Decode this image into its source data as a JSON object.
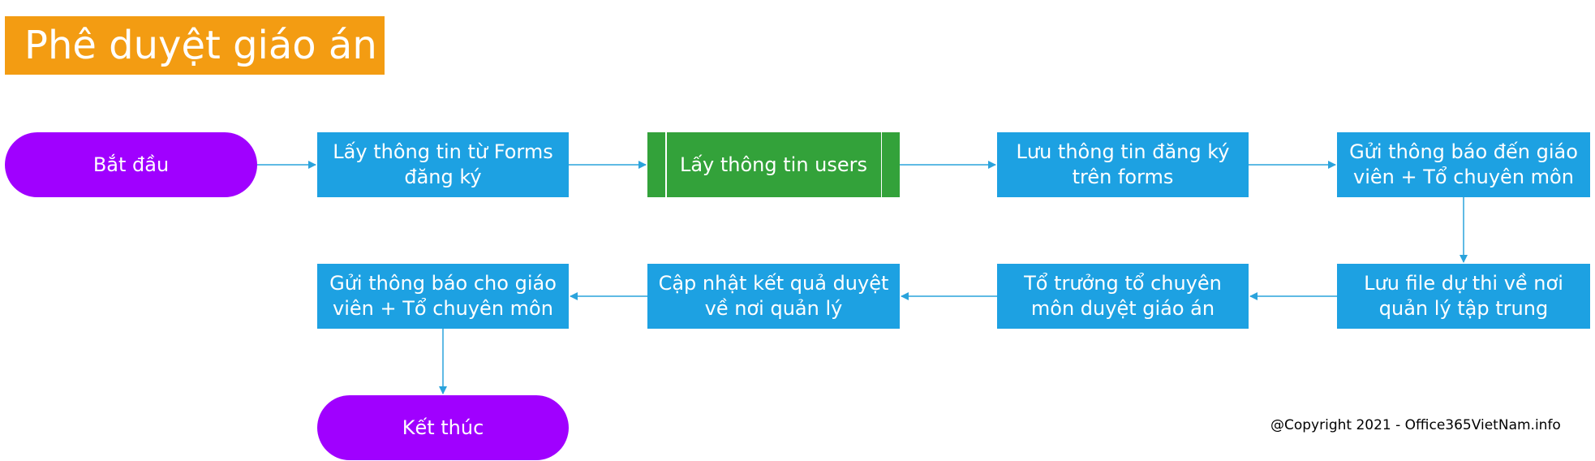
{
  "title": "Phê duyệt giáo án",
  "nodes": {
    "start": "Bắt đầu",
    "get_forms": "Lấy thông tin từ Forms\nđăng ký",
    "get_users": "Lấy thông tin users",
    "save_info": "Lưu thông tin đăng ký\ntrên forms",
    "notify_1": "Gửi thông báo đến giáo\nviên + Tổ chuyên môn",
    "save_file": "Lưu file dự thi về nơi\nquản lý tập trung",
    "review": "Tổ trưởng tổ chuyên\nmôn duyệt giáo án",
    "update": "Cập nhật kết quả duyệt\nvề nơi quản lý",
    "notify_2": "Gửi thông báo cho giáo\nviên + Tổ chuyên môn",
    "end": "Kết thúc"
  },
  "copyright": "@Copyright 2021 - Office365VietNam.info",
  "colors": {
    "title_bg": "#f39c12",
    "process": "#1da1e2",
    "subprocess": "#33a23a",
    "terminal": "#a000ff",
    "arrow": "#2aa3dc"
  }
}
